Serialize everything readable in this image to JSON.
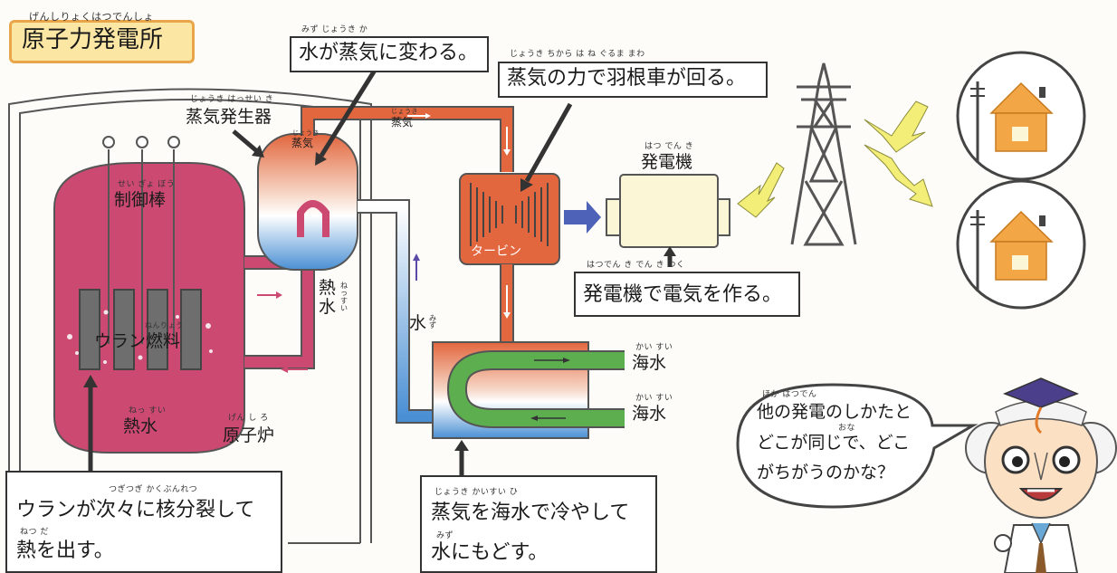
{
  "title": {
    "text": "原子力発電所",
    "ruby": "げんしりょくはつでんしょ"
  },
  "steam_generator": {
    "text": "蒸気発生器",
    "ruby": "じょうき はっせい き"
  },
  "control_rods": {
    "text": "制御棒",
    "ruby": "せい ぎょ ぼう"
  },
  "uranium_fuel": {
    "text": "ウラン燃料",
    "ruby": "ねんりょう"
  },
  "reactor_hot_water": {
    "text": "熱水",
    "ruby": "ねっ すい"
  },
  "reactor": {
    "text": "原子炉",
    "ruby": "げん し ろ"
  },
  "loop_hot_water": {
    "text": "熱水",
    "ruby": "ねっすい"
  },
  "steam_in_generator": {
    "text": "蒸気",
    "ruby": "じょうき"
  },
  "steam_pipe": {
    "text": "蒸気",
    "ruby": "じょうき"
  },
  "water_return": {
    "text": "水",
    "ruby": "みず"
  },
  "turbine": {
    "text": "タービン"
  },
  "generator": {
    "text": "発電機",
    "ruby": "はつ でん き"
  },
  "seawater_in": {
    "text": "海水",
    "ruby": "かい すい"
  },
  "seawater_out": {
    "text": "海水",
    "ruby": "かい すい"
  },
  "callouts": {
    "water_to_steam": {
      "text": "水が蒸気に変わる。",
      "ruby": "みず じょうき か"
    },
    "turbine_spin": {
      "text": "蒸気の力で羽根車が回る。",
      "ruby": "じょうき ちから は ね ぐるま まわ"
    },
    "generator_makes": {
      "text": "発電機で電気を作る。",
      "ruby": "はつでん き でん き つく"
    },
    "fission_line1": {
      "text": "ウランが次々に核分裂して",
      "ruby": "つぎつぎ かくぶんれつ"
    },
    "fission_line2": {
      "text": "熱を出す。",
      "ruby": "ねつ だ"
    },
    "cool_line1": {
      "text": "蒸気を海水で冷やして",
      "ruby": "じょうき かいすい ひ"
    },
    "cool_line2": {
      "text": "水にもどす。",
      "ruby": "みず"
    }
  },
  "speech": {
    "line1": "他の発電のしかたと",
    "line2": "どこが同じで、どこ",
    "line3": "がちがうのかな？",
    "ruby1": "ほか はつでん",
    "ruby2": "おな"
  },
  "colors": {
    "reactor": "#cc4a72",
    "steam": "#e2663e",
    "water": "#4a8fd4",
    "seawater": "#5cae4e",
    "house": "#f3a646",
    "generator_body": "#fbf7d6",
    "label_bg": "#fbe6a3"
  }
}
